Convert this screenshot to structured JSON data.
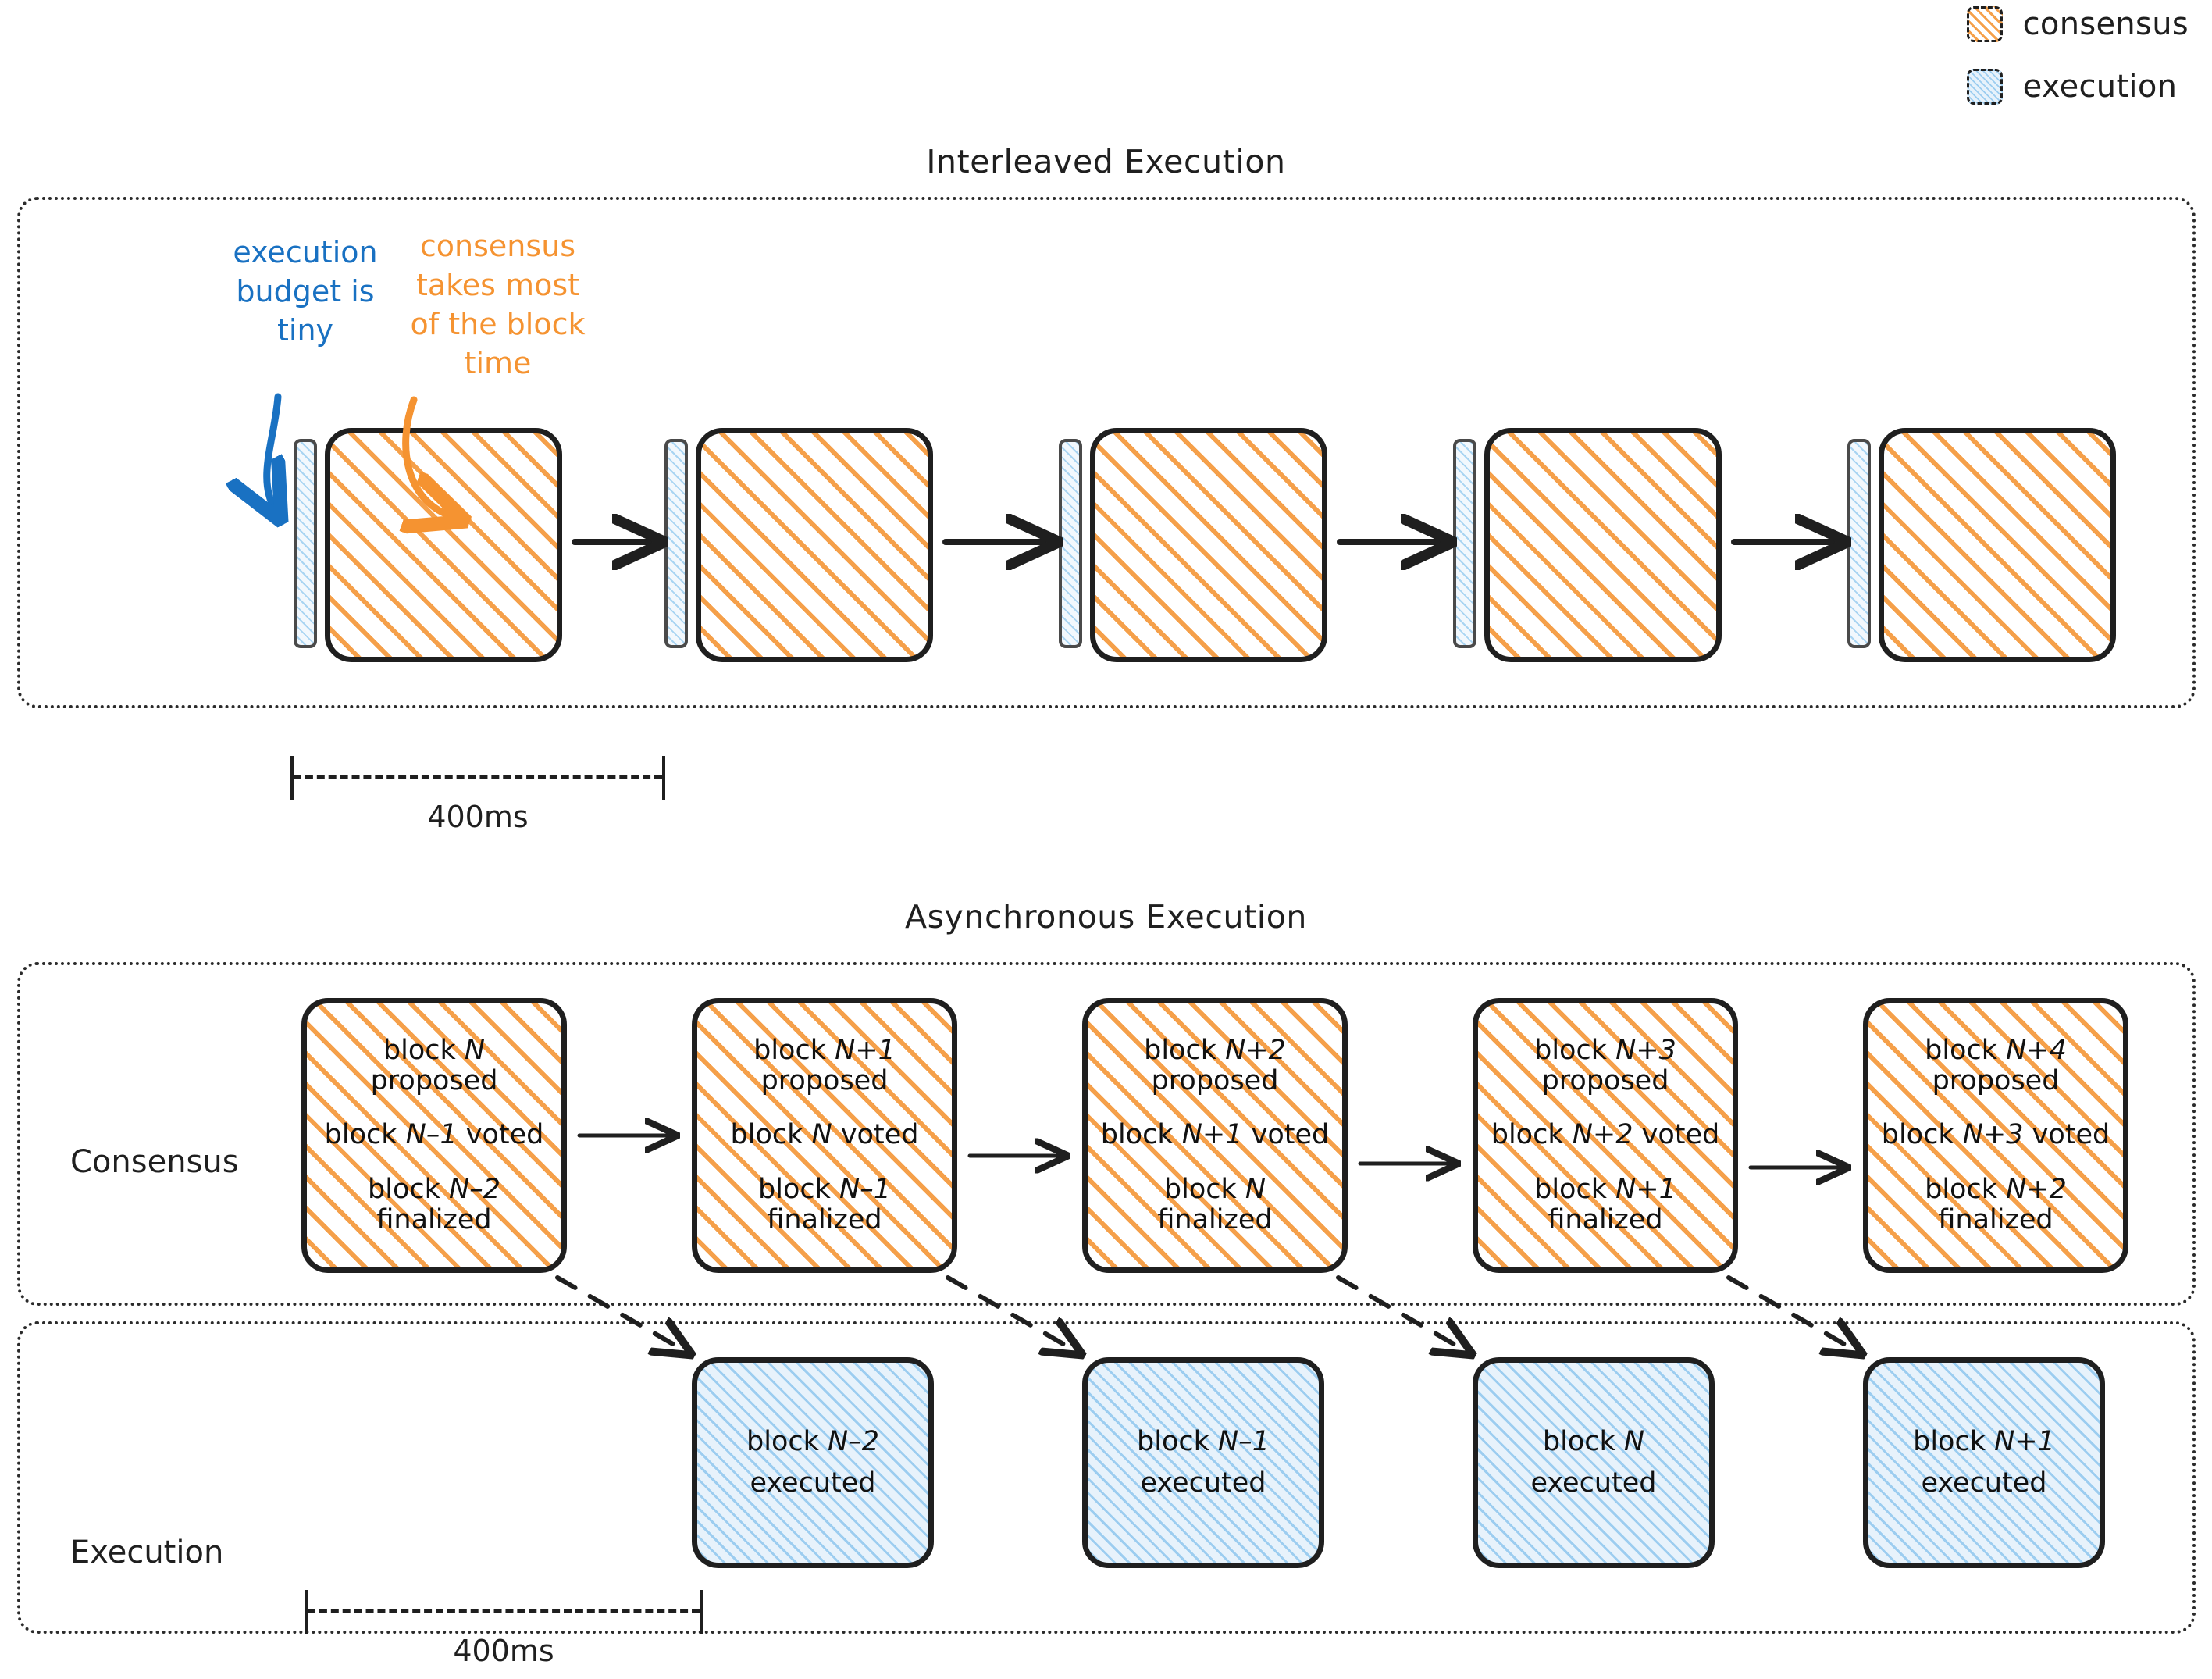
{
  "legend": {
    "items": [
      {
        "label": "consensus",
        "swatch": "consensus-hatch",
        "color": "#f5a04a"
      },
      {
        "label": "execution",
        "swatch": "execution-hatch",
        "color": "#9ccdf0"
      }
    ]
  },
  "sections": {
    "interleaved": {
      "title": "Interleaved Execution",
      "annotations": [
        {
          "name": "execution-budget",
          "text": "execution budget is tiny",
          "color": "#1971c2"
        },
        {
          "name": "consensus-share",
          "text": "consensus takes most of the block time",
          "color": "#f59331"
        }
      ],
      "ruler": {
        "label": "400ms"
      },
      "slots": [
        {
          "execution_bar": "execution",
          "consensus_block": "consensus"
        },
        {
          "execution_bar": "execution",
          "consensus_block": "consensus"
        },
        {
          "execution_bar": "execution",
          "consensus_block": "consensus"
        },
        {
          "execution_bar": "execution",
          "consensus_block": "consensus"
        },
        {
          "execution_bar": "execution",
          "consensus_block": "consensus"
        }
      ]
    },
    "asynchronous": {
      "title": "Asynchronous Execution",
      "ruler": {
        "label": "400ms"
      },
      "rows": {
        "consensus": {
          "label": "Consensus",
          "blocks": [
            {
              "lines": [
                "block N",
                "proposed",
                "block N–1 voted",
                "block N–2",
                "finalized"
              ],
              "l1a": "block ",
              "l1b": "N",
              "l1c": "",
              "l2": "proposed",
              "l3a": "block ",
              "l3b": "N–1",
              "l3c": " voted",
              "l4a": "block ",
              "l4b": "N–2",
              "l4c": "",
              "l5": "finalized"
            },
            {
              "l1a": "block ",
              "l1b": "N+1",
              "l1c": "",
              "l2": "proposed",
              "l3a": "block ",
              "l3b": "N",
              "l3c": " voted",
              "l4a": "block ",
              "l4b": "N–1",
              "l4c": "",
              "l5": "finalized"
            },
            {
              "l1a": "block ",
              "l1b": "N+2",
              "l1c": "",
              "l2": "proposed",
              "l3a": "block ",
              "l3b": "N+1",
              "l3c": " voted",
              "l4a": "block ",
              "l4b": "N",
              "l4c": "",
              "l5": "finalized"
            },
            {
              "l1a": "block ",
              "l1b": "N+3",
              "l1c": "",
              "l2": "proposed",
              "l3a": "block ",
              "l3b": "N+2",
              "l3c": " voted",
              "l4a": "block ",
              "l4b": "N+1",
              "l4c": "",
              "l5": "finalized"
            },
            {
              "l1a": "block ",
              "l1b": "N+4",
              "l1c": "",
              "l2": "proposed",
              "l3a": "block ",
              "l3b": "N+3",
              "l3c": " voted",
              "l4a": "block ",
              "l4b": "N+2",
              "l4c": "",
              "l5": "finalized"
            }
          ]
        },
        "execution": {
          "label": "Execution",
          "blocks": [
            {
              "l1a": "block ",
              "l1b": "N–2",
              "l2": "executed"
            },
            {
              "l1a": "block ",
              "l1b": "N–1",
              "l2": "executed"
            },
            {
              "l1a": "block ",
              "l1b": "N",
              "l2": "executed"
            },
            {
              "l1a": "block ",
              "l1b": "N+1",
              "l2": "executed"
            }
          ]
        }
      }
    }
  },
  "colors": {
    "consensus": "#f5a04a",
    "execution": "#9ccdf0",
    "execution_fill": "#e7f2fb",
    "annotation_blue": "#1971c2",
    "annotation_orange": "#f59331",
    "stroke": "#1f1f1f"
  }
}
